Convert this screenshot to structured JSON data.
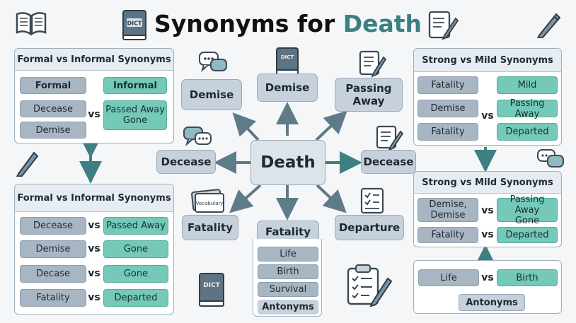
{
  "title": {
    "main": "Synonyms for ",
    "accent": "Death"
  },
  "center": "Death",
  "nodes": {
    "demise_left": "Demise",
    "demise_top": "Demise",
    "passing_away": "Passing\nAway",
    "decease_left": "Decease",
    "decease_right": "Decease",
    "fatality_left": "Fatality",
    "fatality_bottom": "Fatality",
    "departure": "Departure"
  },
  "icon_labels": {
    "dict": "DICT",
    "vocab": "Vocabulary"
  },
  "panel_tl": {
    "title": "Formal vs Informal Synonyms",
    "head_formal": "Formal",
    "head_informal": "Informal",
    "formal": [
      "Decease",
      "Demise"
    ],
    "informal": "Passed Away\nGone",
    "vs": "vs"
  },
  "panel_bl": {
    "title": "Formal vs Informal Synonyms",
    "rows": [
      {
        "formal": "Decease",
        "vs": "vs",
        "informal": "Passed Away"
      },
      {
        "formal": "Demise",
        "vs": "vs",
        "informal": "Gone"
      },
      {
        "formal": "Decase",
        "vs": "vs",
        "informal": "Gone"
      },
      {
        "formal": "Fatality",
        "vs": "vs",
        "informal": "Departed"
      }
    ]
  },
  "panel_tr": {
    "title": "Strong vs Mild Synonyms",
    "strong": [
      "Fatality",
      "Demise",
      "Fatality"
    ],
    "mild": [
      "Mild",
      "Passing Away",
      "Departed"
    ],
    "vs": "vs"
  },
  "panel_mr": {
    "title": "Strong vs Mild Synonyms",
    "rows": [
      {
        "strong": "Demise,\nDemise",
        "vs": "vs",
        "mild": "Passing Away\nGone"
      },
      {
        "strong": "Fatality",
        "vs": "vs",
        "mild": "Departed"
      }
    ]
  },
  "panel_br": {
    "left": "Life",
    "vs": "vs",
    "right": "Birth",
    "label": "Antonyms"
  },
  "antonym_list": {
    "items": [
      "Life",
      "Birth",
      "Survival"
    ],
    "label": "Antonyms"
  },
  "colors": {
    "accent": "#3d7f82",
    "teal": "#74c9b8",
    "gray": "#a8b6c3",
    "arrow": "#5f7a88"
  }
}
